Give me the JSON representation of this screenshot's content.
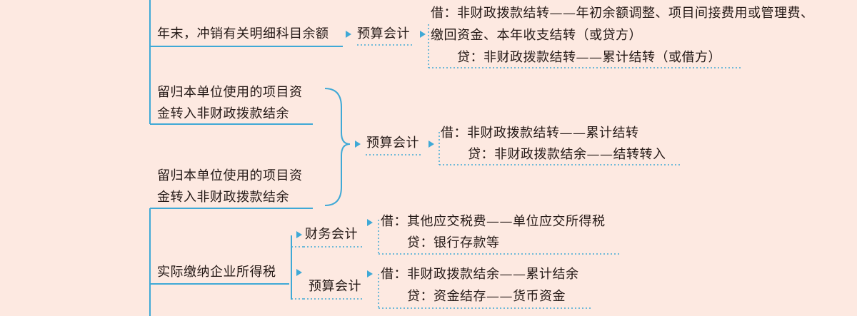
{
  "diagram": {
    "colors": {
      "background": "#fde9e1",
      "line": "#3fa9d6",
      "text": "#231815"
    },
    "section1": {
      "topic": "年末，冲销有关明细科目余额",
      "node": "预算会计",
      "debit_1": "借：非财政拨款结转——年初余额调整、项目间接费用或管理费、",
      "debit_2": "缴回资金、本年收支结转（或贷方）",
      "credit": "贷：非财政拨款结转——累计结转（或借方）"
    },
    "section2": {
      "topic_a_1": "留归本单位使用的项目资",
      "topic_a_2": "金转入非财政拨款结余",
      "topic_b_1": "留归本单位使用的项目资",
      "topic_b_2": "金转入非财政拨款结余",
      "node": "预算会计",
      "debit": "借：非财政拨款结转——累计结转",
      "credit": "贷：非财政拨款结余——结转转入"
    },
    "section3": {
      "topic": "实际缴纳企业所得税",
      "node_finance": "财务会计",
      "finance_debit": "借：其他应交税费——单位应交所得税",
      "finance_credit": "贷：银行存款等",
      "node_budget": "预算会计",
      "budget_debit": "借：非财政拨款结余——累计结余",
      "budget_credit": "贷：资金结存——货币资金"
    }
  }
}
